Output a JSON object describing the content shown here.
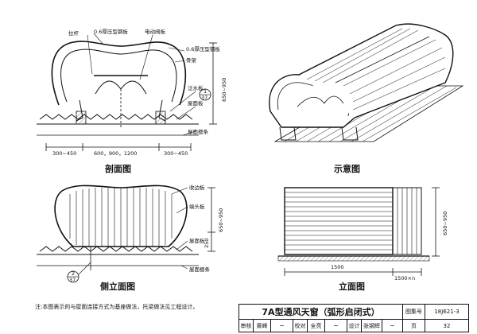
{
  "drawings": {
    "section": {
      "caption": "剖面图",
      "labels": {
        "pull_rod": "拉杆",
        "steel_plate_top": "0.6厚压型钢板",
        "electric_valve": "电动阀板",
        "steel_plate_right": "0.6厚压型钢板",
        "frame": "骨架",
        "flashing": "泛水板",
        "roof_panel": "屋面板",
        "purlin": "屋面檩条"
      },
      "dims": {
        "left": "300~450",
        "middle": "600，900，1200",
        "right": "300~450",
        "height": "650~950"
      },
      "detail_ref": {
        "number": "1",
        "sheet": "37"
      }
    },
    "schematic": {
      "caption": "示意图"
    },
    "side_elevation": {
      "caption": "侧立面图",
      "labels": {
        "corrugated": "收边板",
        "end_plate": "端头板",
        "roof_panel": "屋面板",
        "purlin": "屋面檩条"
      },
      "dims": {
        "height": "650~950",
        "base": "250"
      },
      "detail_ref": {
        "number": "2",
        "sheet": "37"
      }
    },
    "elevation": {
      "caption": "立面图",
      "dims": {
        "width": "1500",
        "module": "1500×n",
        "height": "650~950"
      }
    }
  },
  "note": "注:本图表示的与屋面连接方式为基座做法，托梁做法见工程设计。",
  "title_block": {
    "title": "7A型通风天窗（弧形启闭式）",
    "atlas_label": "图集号",
    "atlas_no": "18J621-3",
    "page_label": "页",
    "page_no": "32",
    "review_label": "审核",
    "reviewer": "黄峰",
    "check_label": "校对",
    "checker": "全亮",
    "design_label": "设计",
    "designer": "张钢辉"
  }
}
